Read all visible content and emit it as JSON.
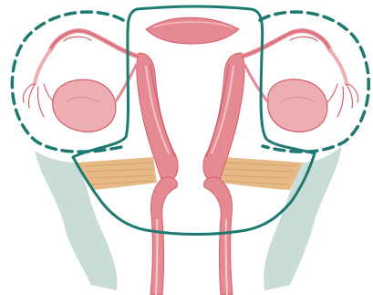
{
  "diagram": {
    "subject": "female-reproductive-anatomy-illustration",
    "colors": {
      "outline_teal": "#1e7a70",
      "tissue_pink": "#e58a92",
      "tissue_dark": "#d45f6d",
      "tissue_light": "#f6c9cc",
      "ovary_pink": "#ecaeb3",
      "ligament_tan": "#e2b37a",
      "bone_gray": "#c9dcd8",
      "background": "#ffffff"
    },
    "regions": [
      {
        "id": "left-adnexa",
        "outline": "dashed"
      },
      {
        "id": "right-adnexa",
        "outline": "dashed"
      },
      {
        "id": "uterus-cervix",
        "outline": "solid"
      }
    ]
  }
}
